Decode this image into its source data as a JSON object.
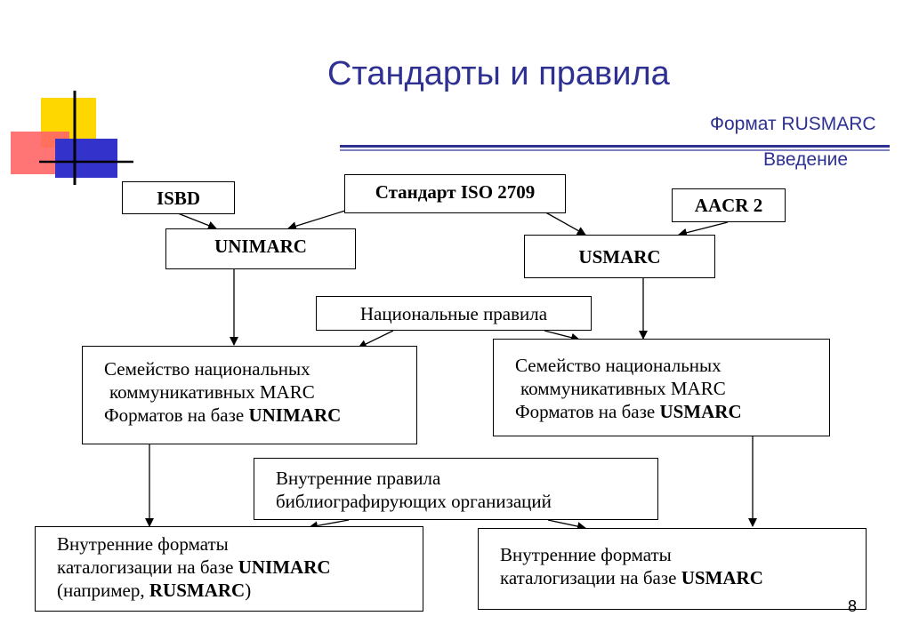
{
  "slide": {
    "title": "Стандарты и правила",
    "subtitle": "Формат RUSMARC",
    "section": "Введение",
    "page_number": "8"
  },
  "colors": {
    "title": "#2e3192",
    "square_yellow": "#ffd700",
    "square_red": "#ff6666",
    "square_blue": "#3333cc"
  },
  "boxes": {
    "isbd": "ISBD",
    "iso": "Стандарт ISO 2709",
    "aacr": "AACR 2",
    "unimarc": "UNIMARC",
    "usmarc": "USMARC",
    "national_rules": "Национальные правила",
    "family_unimarc": {
      "line1": "Семейство национальных",
      "line2": "коммуникативных MARC",
      "line3_prefix": "Форматов на базе ",
      "line3_bold": "UNIMARC"
    },
    "family_usmarc": {
      "line1": "Семейство национальных",
      "line2": "коммуникативных MARC",
      "line3_prefix": "Форматов на базе ",
      "line3_bold": "USMARC"
    },
    "internal_rules": {
      "line1": "Внутренние правила",
      "line2": "библиографирующих организаций"
    },
    "internal_unimarc": {
      "line1": "Внутренние форматы",
      "line2_prefix": "каталогизации на базе ",
      "line2_bold": "UNIMARC",
      "line3_prefix": "(например, ",
      "line3_bold": "RUSMARC",
      "line3_suffix": ")"
    },
    "internal_usmarc": {
      "line1": "Внутренние форматы",
      "line2_prefix": "каталогизации на базе ",
      "line2_bold": "USMARC"
    }
  }
}
